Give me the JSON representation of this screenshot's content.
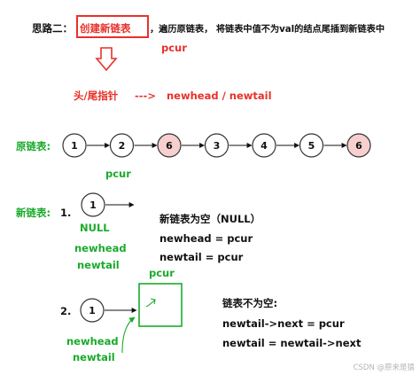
{
  "colors": {
    "red": "#e8312a",
    "green": "#1aab2b",
    "black": "#111111",
    "highlight_fill": "#f7cfcf",
    "node_fill": "#ffffff"
  },
  "idea": {
    "prefix": "思路二：",
    "boxed": "创建新链表",
    "suffix": "，遍历原链表， 将链表中值不为val的结点尾插到新链表中",
    "pcur_label": "pcur"
  },
  "pointers": {
    "label": "头/尾指针",
    "arrow": "--->",
    "names": "newhead  / newtail"
  },
  "original_list": {
    "label": "原链表:",
    "nodes": [
      {
        "value": "1",
        "highlight": false
      },
      {
        "value": "2",
        "highlight": false
      },
      {
        "value": "6",
        "highlight": true
      },
      {
        "value": "3",
        "highlight": false
      },
      {
        "value": "4",
        "highlight": false
      },
      {
        "value": "5",
        "highlight": false
      },
      {
        "value": "6",
        "highlight": true
      }
    ],
    "pcur_label": "pcur"
  },
  "new_list": {
    "label": "新链表:",
    "step1": {
      "number": "1.",
      "node_value": "1",
      "null_label": "NULL",
      "newhead_label": "newhead",
      "newtail_label": "newtail",
      "desc_title": "新链表为空（NULL）",
      "code_lines": [
        "newhead = pcur",
        "newtail = pcur"
      ]
    },
    "step2": {
      "number": "2.",
      "node_value": "1",
      "pcur_label": "pcur",
      "newhead_label": "newhead",
      "newtail_label": "newtail",
      "desc_title": "链表不为空:",
      "code_lines": [
        "newtail->next = pcur",
        "newtail = newtail->next"
      ]
    }
  },
  "watermark": "CSDN @原来是猿"
}
